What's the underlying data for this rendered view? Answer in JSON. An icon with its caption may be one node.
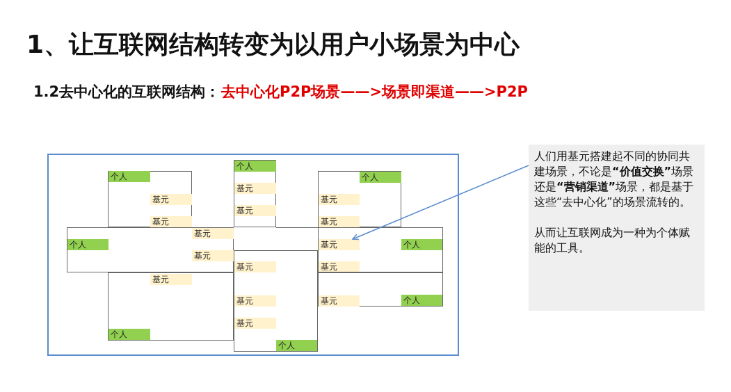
{
  "diagram": {
    "title": "1、让互联网结构转变为以用户小场景为中心",
    "nodes": [
      {
        "text": [],
        "shape": "box"
      },
      {
        "text": [],
        "shape": "box",
        "in": 0
      },
      {
        "text": [
          "个人"
        ],
        "in": 1
      },
      {
        "text": [
          "基元"
        ],
        "in": 1
      },
      {
        "text": [
          "基元"
        ],
        "in": 1
      },
      {
        "text": [],
        "shape": "box",
        "in": 0
      },
      {
        "text": [
          "个人"
        ],
        "in": 5
      },
      {
        "text": [
          "基元"
        ],
        "in": 5
      },
      {
        "text": [
          "基元"
        ],
        "in": 5
      },
      {
        "text": [],
        "shape": "box",
        "in": 0
      },
      {
        "text": [
          "个人"
        ],
        "in": 9
      },
      {
        "text": [
          "基元"
        ],
        "in": 9
      },
      {
        "text": [
          "基元"
        ],
        "in": 9
      },
      {
        "text": [],
        "shape": "box",
        "in": 0
      },
      {
        "text": [
          "基元"
        ],
        "in": 13
      },
      {
        "text": [
          "个人"
        ],
        "in": 13
      },
      {
        "text": [
          "基元"
        ],
        "in": 13
      },
      {
        "text": [],
        "shape": "box",
        "in": 0
      },
      {
        "text": [
          "基元"
        ],
        "in": 17
      },
      {
        "text": [
          "个人"
        ],
        "in": 17
      },
      {
        "text": [
          "基元"
        ],
        "in": 17
      },
      {
        "text": [],
        "shape": "box",
        "in": 0
      },
      {
        "text": [
          "基元"
        ],
        "in": 21
      },
      {
        "text": [
          "个人"
        ],
        "in": 21
      },
      {
        "text": [],
        "shape": "box",
        "in": 0
      },
      {
        "text": [
          "基元"
        ],
        "in": 24
      },
      {
        "text": [
          "基元"
        ],
        "in": 24
      },
      {
        "text": [
          "基元"
        ],
        "in": 24
      },
      {
        "text": [
          "个人"
        ],
        "in": 24
      },
      {
        "text": [],
        "shape": "box",
        "in": 0
      },
      {
        "text": [
          "基元"
        ],
        "in": 29
      },
      {
        "text": [
          "个人"
        ],
        "in": 29
      },
      {
        "text": [
          "人们用基元搭建起不同的协同共建场景，不论是**“价值交换”**场景还是**“营销渠道”**场景，都是基于这些“去中心化”的场景流转的。",
          "从而让互联网成为一种为个体赋能的工具。"
        ]
      }
    ],
    "edges": [
      {
        "from": 32,
        "to": 18,
        "arrow": "to",
        "color": "#5b8bd0"
      }
    ],
    "labels": [
      "1.2去中心化的互联网结构：",
      "去中心化P2P场景——>场景即渠道——>P2P"
    ]
  }
}
